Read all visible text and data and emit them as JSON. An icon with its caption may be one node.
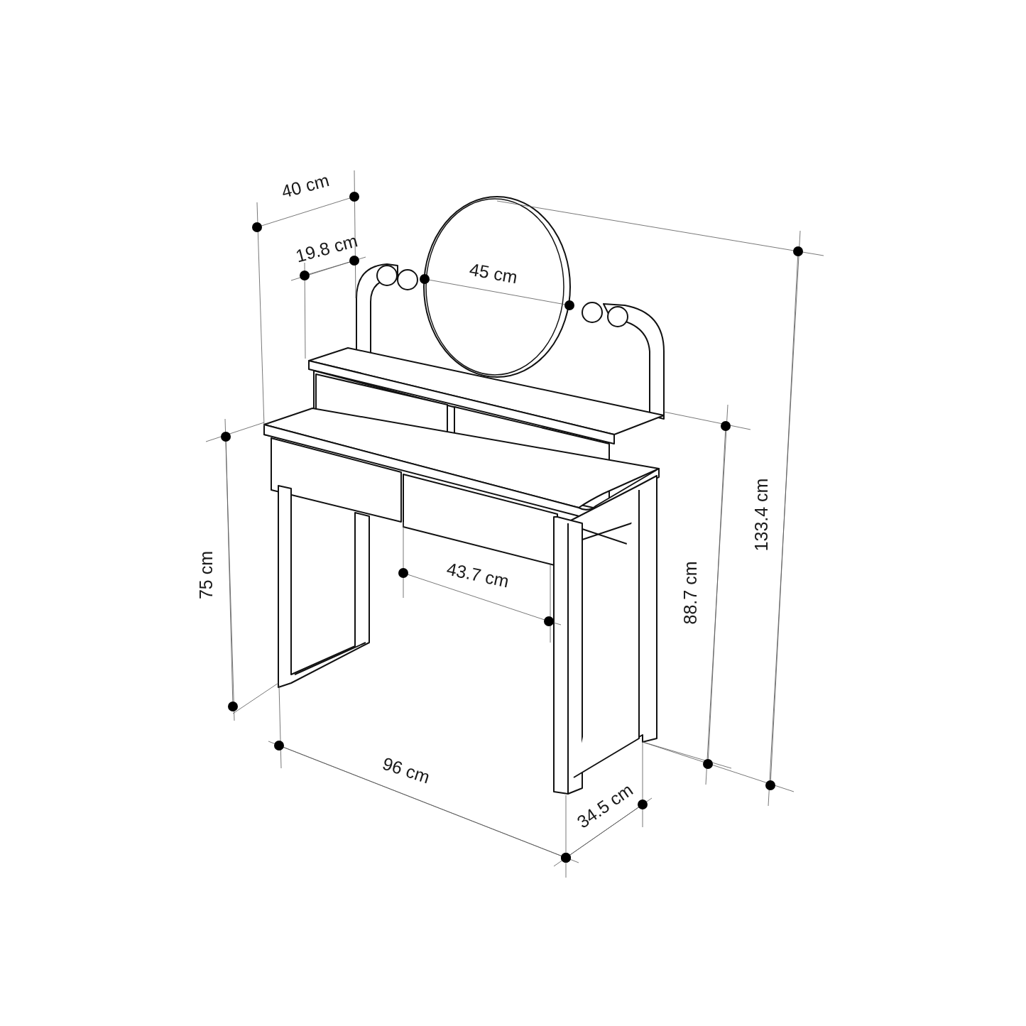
{
  "diagram": {
    "labels": [
      "40 cm",
      "19.8 cm",
      "45 cm",
      "133.4 cm",
      "88.7 cm",
      "75 cm",
      "43.7 cm",
      "96 cm",
      "34.5 cm"
    ]
  }
}
